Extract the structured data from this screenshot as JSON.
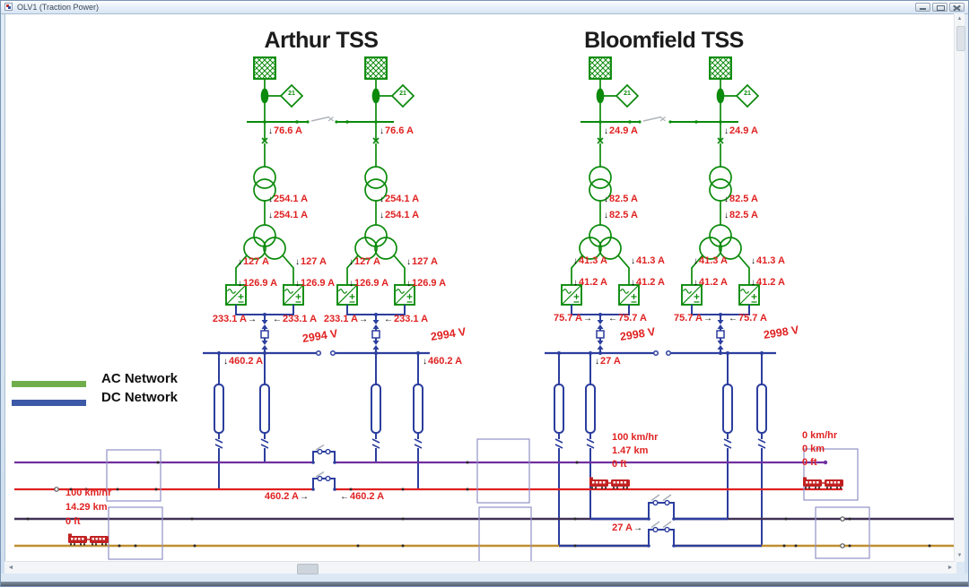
{
  "window": {
    "title": "OLV1 (Traction Power)"
  },
  "icons": {
    "down_arrow": "↓",
    "left_arrow": "←",
    "right_arrow": "→",
    "scroll_left": "◄",
    "scroll_right": "►",
    "scroll_up": "▲",
    "scroll_down": "▼"
  },
  "legend": {
    "ac_label": "AC Network",
    "dc_label": "DC Network",
    "ac_color": "#6fae4b",
    "dc_color": "#3c59a7"
  },
  "colors": {
    "ac_line": "#0b8a0b",
    "dc_line": "#2c3e9e",
    "label_red": "#e02222",
    "track1": "#7030a0",
    "track2": "#e02020",
    "track3": "#403155",
    "track4": "#c08f30",
    "station_box": "#9191c9",
    "train": "#c22020"
  },
  "substations": [
    {
      "name": "Arthur TSS",
      "relay_label": "21",
      "incoming_current": "76.6 A",
      "primary_current": "254.1 A",
      "secondary_current": "254.1 A",
      "branch_current_top": "127 A",
      "branch_current_bottom": "126.9 A",
      "rectifier_current": "233.1 A",
      "dc_bus_voltage": "2994 V",
      "feeder_current": "460.2 A",
      "tie_current": "460.2 A"
    },
    {
      "name": "Bloomfield TSS",
      "relay_label": "21",
      "incoming_current": "24.9 A",
      "primary_current": "82.5 A",
      "secondary_current": "82.5 A",
      "branch_current_top": "41.3 A",
      "branch_current_bottom": "41.2 A",
      "rectifier_current": "75.7 A",
      "dc_bus_voltage": "2998 V",
      "feeder_current": "27 A",
      "tie_current": "27 A"
    }
  ],
  "trains": [
    {
      "speed": "100 km/hr",
      "position": "14.29 km",
      "elevation": "0 ft"
    },
    {
      "speed": "100 km/hr",
      "position": "1.47 km",
      "elevation": "0 ft"
    },
    {
      "speed": "0 km/hr",
      "position": "0 km",
      "elevation": "0 ft"
    }
  ]
}
